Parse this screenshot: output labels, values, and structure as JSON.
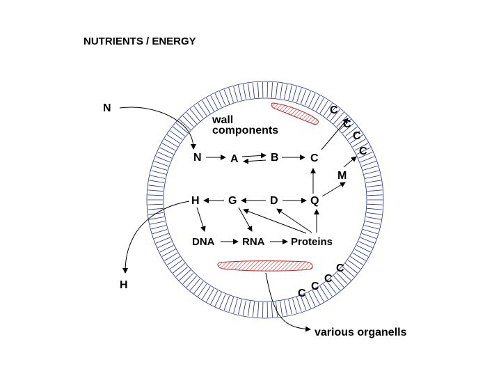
{
  "title": "NUTRIENTS / ENERGY",
  "labels": {
    "n_outside": "N",
    "h_outside": "H",
    "wall_line1": "wall",
    "wall_line2": "components",
    "n_inside": "N",
    "a": "A",
    "b": "B",
    "c_inside": "C",
    "m": "M",
    "h_inside": "H",
    "g": "G",
    "d": "D",
    "q": "Q",
    "dna": "DNA",
    "rna": "RNA",
    "proteins": "Proteins",
    "organelles": "various organells",
    "c": "C"
  },
  "colors": {
    "wall_stripe": "#1a2a8a",
    "organelle_fill": "#e8a0a0",
    "organelle_stroke": "#b03030",
    "ink": "#000000"
  }
}
